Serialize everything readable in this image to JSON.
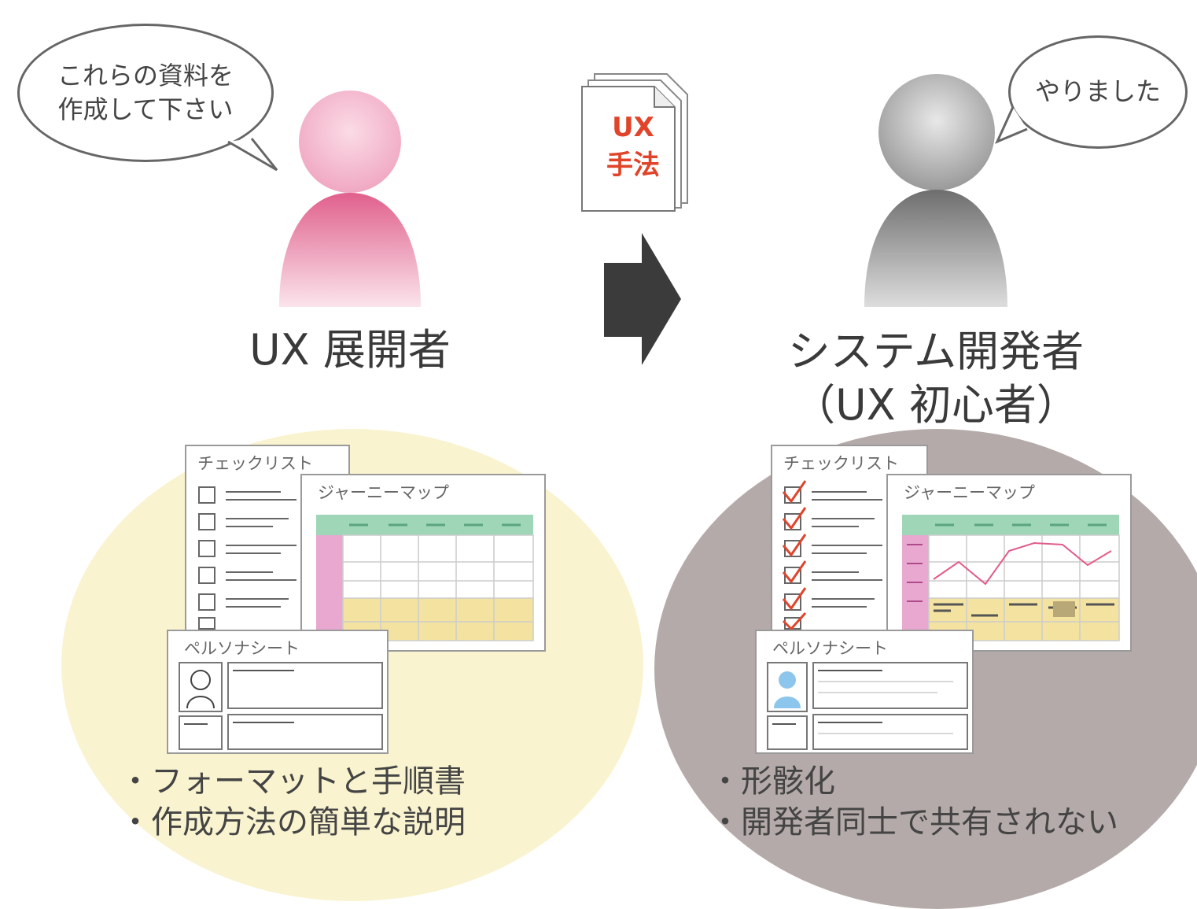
{
  "left": {
    "speech": "これらの資料を\n作成して下さい",
    "role": "UX 展開者",
    "cards": {
      "checklist": "チェックリスト",
      "journey": "ジャーニーマップ",
      "persona": "ペルソナシート"
    },
    "bullets": [
      "・フォーマットと手順書",
      "・作成方法の簡単な説明"
    ],
    "person_color": "#e8799f",
    "circle_color": "#f9f3cf"
  },
  "center": {
    "doc_text_line1": "UX",
    "doc_text_line2": "手法",
    "doc_text_color": "#e0442a",
    "arrow_color": "#3b3b3b"
  },
  "right": {
    "speech": "やりました",
    "role_line1": "システム開発者",
    "role_line2": "（UX 初心者）",
    "cards": {
      "checklist": "チェックリスト",
      "journey": "ジャーニーマップ",
      "persona": "ペルソナシート"
    },
    "bullets": [
      "・形骸化",
      "・開発者同士で共有されない"
    ],
    "person_color": "#8e8e8e",
    "circle_color": "#b4aaa9"
  }
}
